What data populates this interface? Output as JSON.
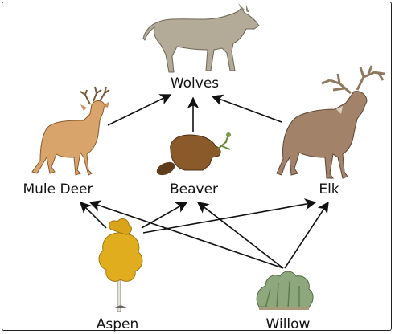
{
  "diagram": {
    "nodes": {
      "wolves": {
        "label": "Wolves",
        "icon": "wolf-icon"
      },
      "mule_deer": {
        "label": "Mule Deer",
        "icon": "mule-deer-icon"
      },
      "beaver": {
        "label": "Beaver",
        "icon": "beaver-icon"
      },
      "elk": {
        "label": "Elk",
        "icon": "elk-icon"
      },
      "aspen": {
        "label": "Aspen",
        "icon": "aspen-tree-icon"
      },
      "willow": {
        "label": "Willow",
        "icon": "willow-shrub-icon"
      }
    },
    "edges": [
      {
        "from": "mule_deer",
        "to": "wolves"
      },
      {
        "from": "beaver",
        "to": "wolves"
      },
      {
        "from": "elk",
        "to": "wolves"
      },
      {
        "from": "aspen",
        "to": "mule_deer"
      },
      {
        "from": "aspen",
        "to": "beaver"
      },
      {
        "from": "aspen",
        "to": "elk"
      },
      {
        "from": "willow",
        "to": "mule_deer"
      },
      {
        "from": "willow",
        "to": "beaver"
      },
      {
        "from": "willow",
        "to": "elk"
      }
    ],
    "colors": {
      "arrow": "#111111",
      "frame": "#222222",
      "wolf": "#b3aa97",
      "deer": "#d9a46c",
      "elk": "#a3826a",
      "beaver": "#8a5a2b",
      "aspen_leaves": "#e0ad1e",
      "willow_leaves": "#8fa77d"
    }
  }
}
